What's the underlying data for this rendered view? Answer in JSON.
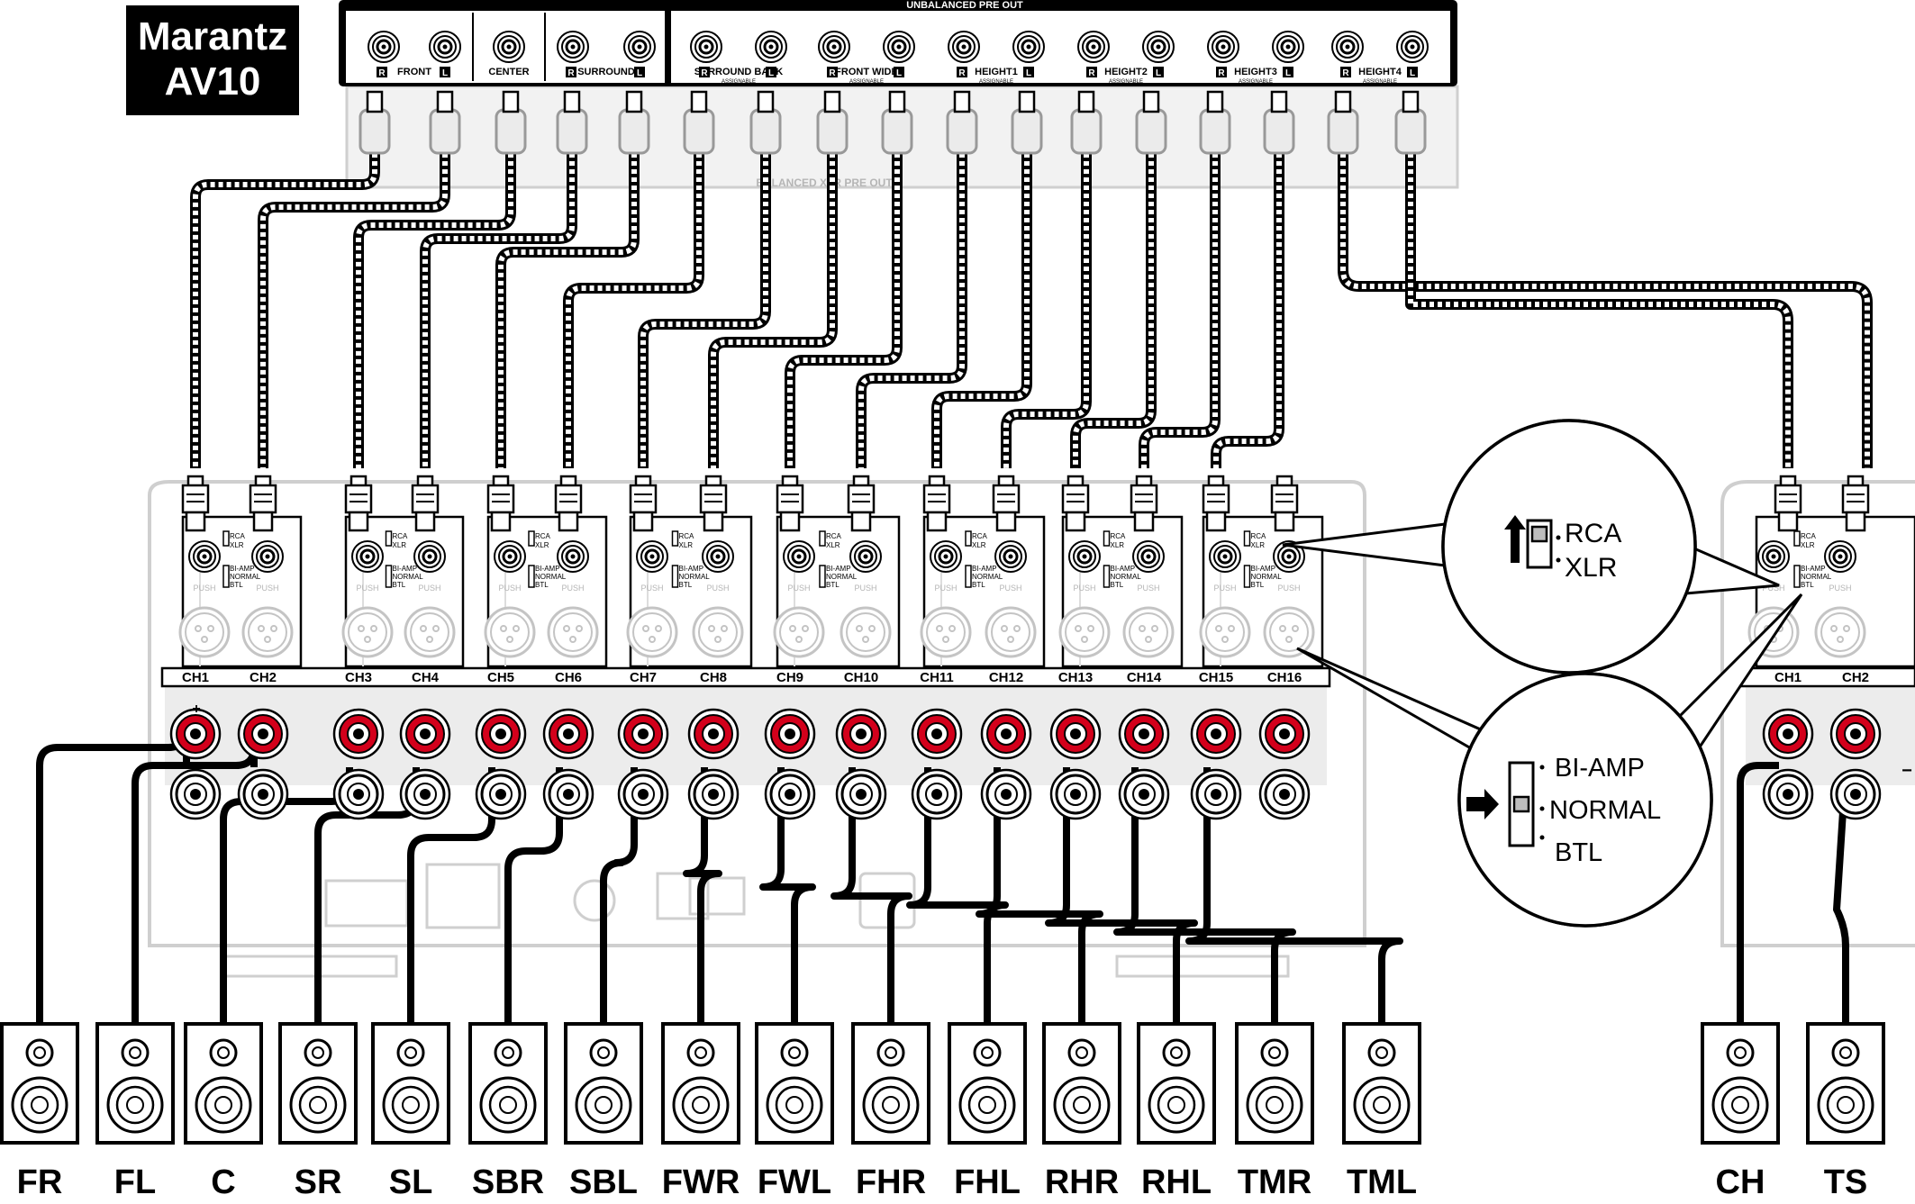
{
  "brand": {
    "line1": "Marantz",
    "line2": "AV10"
  },
  "preout": {
    "header": "UNBALANCED PRE OUT",
    "groups": [
      "FRONT",
      "CENTER",
      "SURROUND",
      "SURROUND BACK",
      "FRONT WIDE",
      "HEIGHT1",
      "HEIGHT2",
      "HEIGHT3",
      "HEIGHT4"
    ],
    "assignable": "ASSIGNABLE",
    "r": "R",
    "l": "L",
    "balanced_label": "BALANCED XLR PRE OUT"
  },
  "amp": {
    "channels": [
      "CH1",
      "CH2",
      "CH3",
      "CH4",
      "CH5",
      "CH6",
      "CH7",
      "CH8",
      "CH9",
      "CH10",
      "CH11",
      "CH12",
      "CH13",
      "CH14",
      "CH15",
      "CH16"
    ],
    "second_unit_channels": [
      "CH1",
      "CH2"
    ],
    "switch_labels": [
      "RCA",
      "XLR",
      "BI-AMP",
      "NORMAL",
      "BTL"
    ],
    "push_label": "PUSH",
    "btl_label": "BTL",
    "plus": "+",
    "minus": "−"
  },
  "callouts": {
    "input_select": {
      "options": [
        "RCA",
        "XLR"
      ],
      "selected": "RCA"
    },
    "mode_select": {
      "options": [
        "BI-AMP",
        "NORMAL",
        "BTL"
      ],
      "selected": "NORMAL"
    }
  },
  "speakers": [
    "FR",
    "FL",
    "C",
    "SR",
    "SL",
    "SBR",
    "SBL",
    "FWR",
    "FWL",
    "FHR",
    "FHL",
    "RHR",
    "RHL",
    "TMR",
    "TML"
  ],
  "extra_speakers": [
    "CH",
    "TS"
  ]
}
